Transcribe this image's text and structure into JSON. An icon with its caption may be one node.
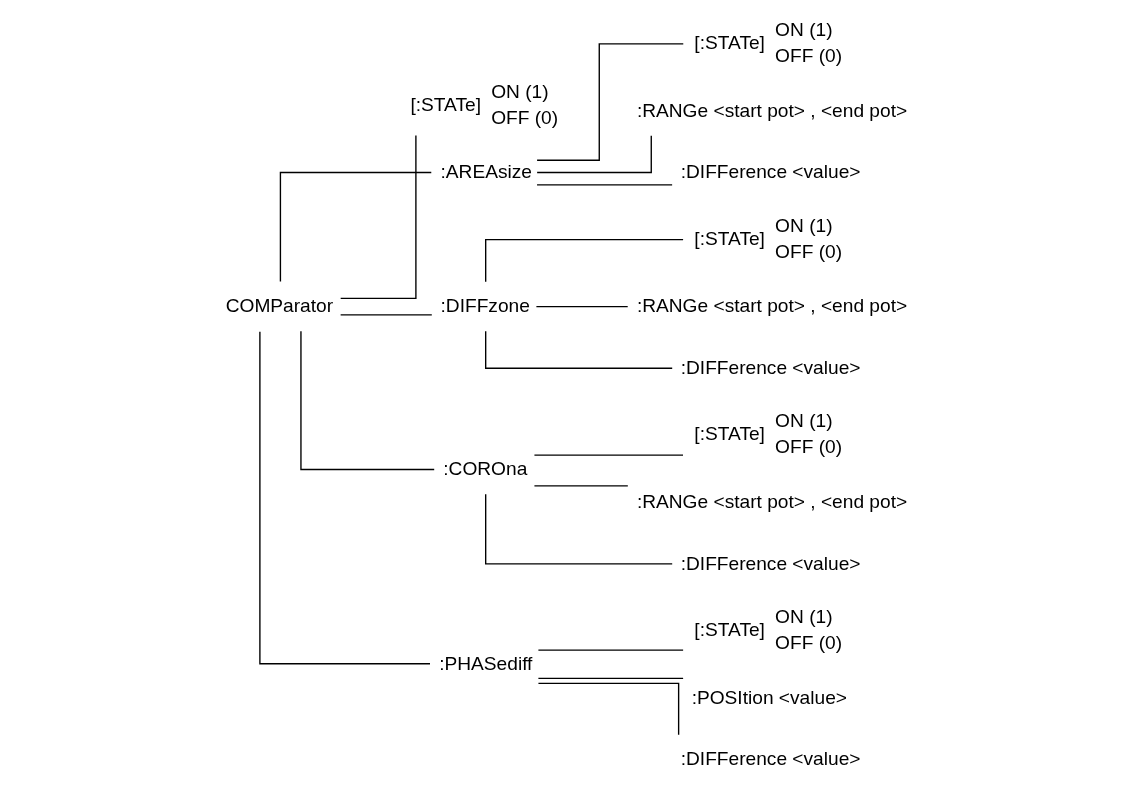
{
  "diagram": {
    "nodes": [
      {
        "text": [
          "COMParator"
        ]
      },
      {
        "text": [
          "[:STATe]"
        ],
        "beside": [
          "ON (1)",
          "OFF (0)"
        ]
      },
      {
        "text": [
          ":AREAsize"
        ]
      },
      {
        "text": [
          "[:STATe]"
        ],
        "beside": [
          "ON (1)",
          "OFF (0)"
        ]
      },
      {
        "text": [
          ":RANGe <start pot> , <end pot>"
        ]
      },
      {
        "text": [
          ":DIFFerence <value>"
        ]
      },
      {
        "text": [
          ":DIFFzone"
        ]
      },
      {
        "text": [
          "[:STATe]"
        ],
        "beside": [
          "ON (1)",
          "OFF (0)"
        ]
      },
      {
        "text": [
          ":RANGe <start pot> , <end pot>"
        ]
      },
      {
        "text": [
          ":DIFFerence <value>"
        ]
      },
      {
        "text": [
          ":COROna"
        ]
      },
      {
        "text": [
          "[:STATe]"
        ],
        "beside": [
          "ON (1)",
          "OFF (0)"
        ]
      },
      {
        "text": [
          ":RANGe <start pot> , <end pot>"
        ]
      },
      {
        "text": [
          ":DIFFerence <value>"
        ]
      },
      {
        "text": [
          ":PHASediff"
        ]
      },
      {
        "text": [
          "[:STATe]"
        ],
        "beside": [
          "ON (1)",
          "OFF (0)"
        ]
      },
      {
        "text": [
          ":POSItion <value>"
        ]
      },
      {
        "text": [
          ":DIFFerence <value>"
        ]
      }
    ],
    "edges": [
      {
        "from": 0,
        "to": 1,
        "arrow": "none"
      },
      {
        "from": 0,
        "to": 2,
        "arrow": "none"
      },
      {
        "from": 2,
        "to": 3,
        "arrow": "none"
      },
      {
        "from": 2,
        "to": 4,
        "arrow": "none"
      },
      {
        "from": 2,
        "to": 5,
        "arrow": "none"
      },
      {
        "from": 0,
        "to": 6,
        "arrow": "none"
      },
      {
        "from": 6,
        "to": 7,
        "arrow": "none"
      },
      {
        "from": 6,
        "to": 8,
        "arrow": "none"
      },
      {
        "from": 6,
        "to": 9,
        "arrow": "none"
      },
      {
        "from": 0,
        "to": 10,
        "arrow": "none"
      },
      {
        "from": 10,
        "to": 11,
        "arrow": "none"
      },
      {
        "from": 10,
        "to": 12,
        "arrow": "none"
      },
      {
        "from": 10,
        "to": 13,
        "arrow": "none"
      },
      {
        "from": 0,
        "to": 14,
        "arrow": "none"
      },
      {
        "from": 14,
        "to": 15,
        "arrow": "none"
      },
      {
        "from": 14,
        "to": 16,
        "arrow": "none"
      },
      {
        "from": 14,
        "to": 17,
        "arrow": "none"
      }
    ]
  }
}
